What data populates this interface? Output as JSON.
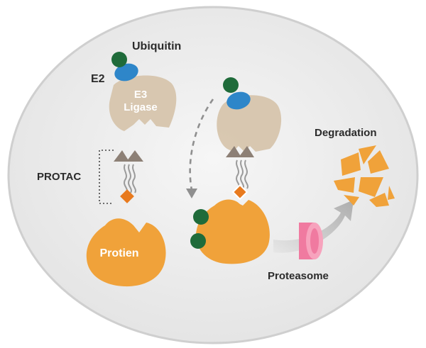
{
  "labels": {
    "ubiquitin": "Ubiquitin",
    "e2": "E2",
    "e3_line1": "E3",
    "e3_line2": "Ligase",
    "protac": "PROTAC",
    "protein": "Protien",
    "degradation": "Degradation",
    "proteasome": "Proteasome"
  },
  "colors": {
    "cell_fill": "#ebebeb",
    "cell_stroke": "#c8c8c8",
    "ligase": "#d6c3aa",
    "ubiquitin": "#1f6b3a",
    "e2": "#2e86c9",
    "protac_head": "#8d8076",
    "protac_warhead": "#e87a1e",
    "protein": "#f0a23a",
    "proteasome": "#f07aa0",
    "arrow": "#9a9a9a"
  }
}
